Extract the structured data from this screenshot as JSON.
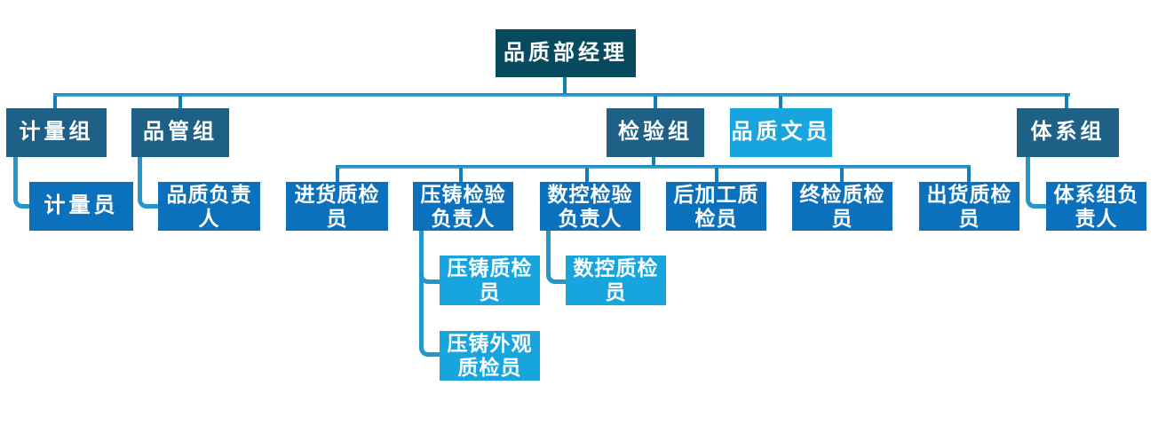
{
  "page": {
    "background": "#ffffff"
  },
  "colors": {
    "node-dark": "#07495F",
    "node-group": "#1F6186",
    "node-member": "#0C71BD",
    "node-light": "#18A5DE",
    "line": "#1180B8",
    "elbow": "#2496CA",
    "text": "#FFFFFF"
  },
  "org": {
    "nodes": {
      "manager": {
        "label": "品质部经理"
      },
      "metrology_group": {
        "label": "计量组"
      },
      "qc_group": {
        "label": "品管组"
      },
      "inspection_group": {
        "label": "检验组"
      },
      "quality_clerk": {
        "label": "品质文员"
      },
      "system_group": {
        "label": "体系组"
      },
      "metrology_member": {
        "label": "计量员"
      },
      "quality_lead": {
        "label": "品质负责\n人"
      },
      "incoming_inspector": {
        "label": "进货质检\n员"
      },
      "diecast_lead": {
        "label": "压铸检验\n负责人"
      },
      "cnc_lead": {
        "label": "数控检验\n负责人"
      },
      "post_process_inspector": {
        "label": "后加工质\n检员"
      },
      "final_inspector": {
        "label": "终检质检\n员"
      },
      "shipping_inspector": {
        "label": "出货质检\n员"
      },
      "system_lead": {
        "label": "体系组负\n责人"
      },
      "diecast_inspector": {
        "label": "压铸质检\n员"
      },
      "cnc_inspector": {
        "label": "数控质检\n员"
      },
      "diecast_appearance_inspector": {
        "label": "压铸外观\n质检员"
      }
    },
    "edges": [
      [
        "品质部经理",
        "计量组"
      ],
      [
        "品质部经理",
        "品管组"
      ],
      [
        "品质部经理",
        "检验组"
      ],
      [
        "品质部经理",
        "品质文员"
      ],
      [
        "品质部经理",
        "体系组"
      ],
      [
        "计量组",
        "计量员"
      ],
      [
        "品管组",
        "品质负责人"
      ],
      [
        "检验组",
        "进货质检员"
      ],
      [
        "检验组",
        "压铸检验负责人"
      ],
      [
        "检验组",
        "数控检验负责人"
      ],
      [
        "检验组",
        "后加工质检员"
      ],
      [
        "检验组",
        "终检质检员"
      ],
      [
        "检验组",
        "出货质检员"
      ],
      [
        "压铸检验负责人",
        "压铸质检员"
      ],
      [
        "压铸检验负责人",
        "压铸外观质检员"
      ],
      [
        "数控检验负责人",
        "数控质检员"
      ],
      [
        "体系组",
        "体系组负责人"
      ]
    ]
  }
}
